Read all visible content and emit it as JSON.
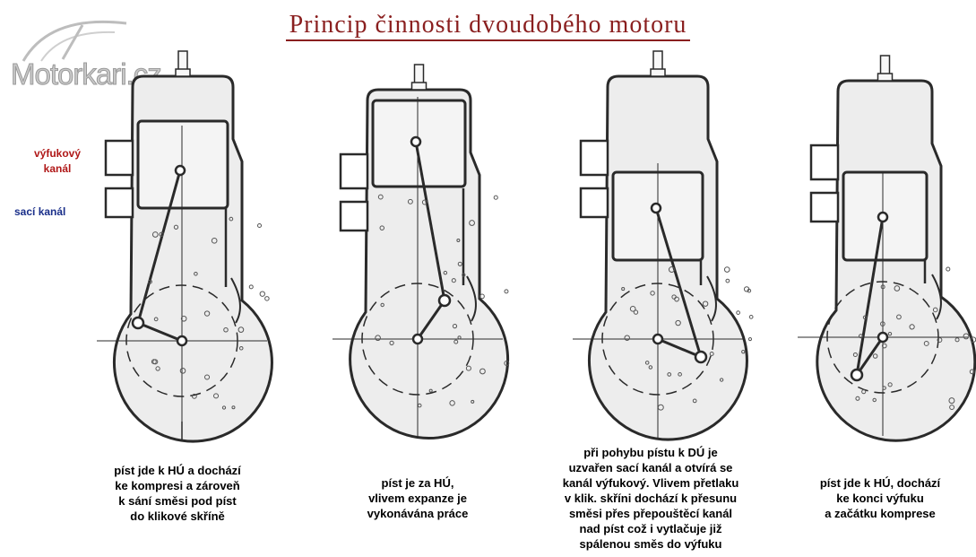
{
  "title": "Princip činnosti dvoudobého motoru",
  "logo_text": "Motorkari.cz",
  "labels": {
    "exhaust_port": "výfukový\nkanál",
    "intake_port": "sací kanál"
  },
  "captions": [
    "píst jde k HÚ a dochází\nke kompresi a zároveň\nk sání směsi pod píst\ndo klikové skříně",
    "píst je za HÚ,\nvlivem expanze je\nvykonávána práce",
    "při pohybu pístu k DÚ je\nuzvařen sací kanál a otvírá se\nkanál výfukový. Vlivem přetlaku\nv klik. skříni dochází k přesunu\nsměsi přes přepouštěcí kanál\nnad píst což i vytlačuje již\nspálenou směs do výfuku",
    "píst jde k HÚ, dochází\nke konci výfuku\na začátku komprese"
  ],
  "colors": {
    "title": "#8a1f1f",
    "exhaust_label": "#b01818",
    "intake_label": "#1a2f8a",
    "engine_fill": "#ededed",
    "line": "#2a2a2a"
  }
}
